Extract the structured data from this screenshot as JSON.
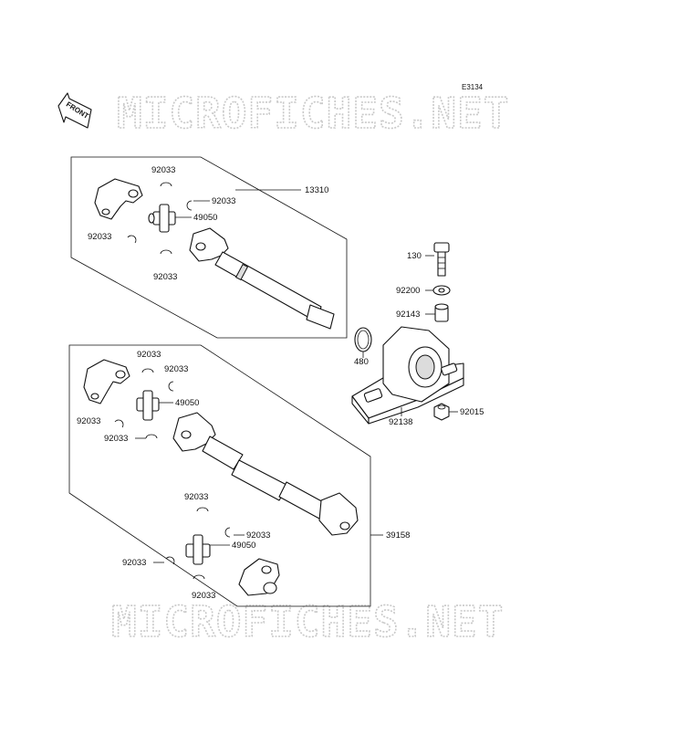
{
  "diagram": {
    "code": "E3134",
    "front_label": "FRONT",
    "watermark_top": "MICROFICHES.NET",
    "watermark_bottom": "MICROFICHES.NET",
    "callouts": {
      "c13310": "13310",
      "c39158": "39158",
      "c130": "130",
      "c92200": "92200",
      "c92143": "92143",
      "c480": "480",
      "c92138": "92138",
      "c92015": "92015",
      "c49050a": "49050",
      "c49050b": "49050",
      "c49050c": "49050",
      "s1": "92033",
      "s2": "92033",
      "s3": "92033",
      "s4": "92033",
      "s5": "92033",
      "s6": "92033",
      "s7": "92033",
      "s8": "92033",
      "s9": "92033",
      "s10": "92033",
      "s11": "92033",
      "s12": "92033"
    }
  }
}
